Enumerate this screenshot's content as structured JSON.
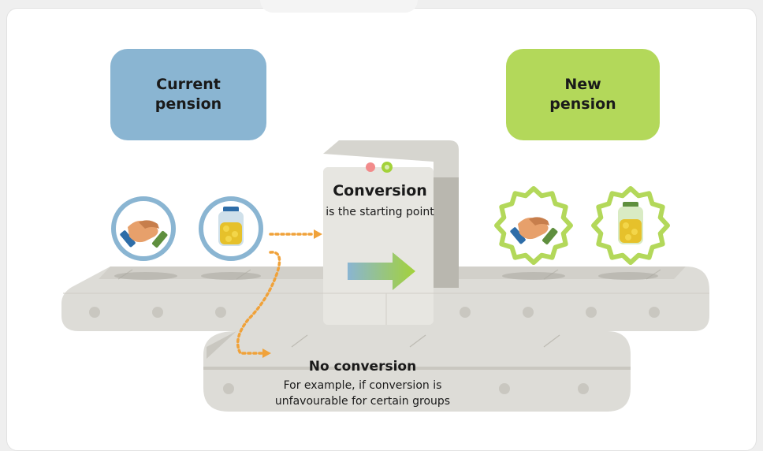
{
  "boxes": {
    "current": {
      "label": "Current\npension",
      "color": "#8ab5d2"
    },
    "new": {
      "label": "New\npension",
      "color": "#b3d85a"
    }
  },
  "conversion": {
    "title": "Conversion",
    "subtitle": "is the starting point",
    "lights": [
      "#f28b8b",
      "#a3d23a"
    ]
  },
  "no_conversion": {
    "title": "No conversion",
    "subtitle": "For example, if conversion is unfavourable for certain groups"
  },
  "colors": {
    "belt": "#dddcd7",
    "belt_dark": "#c9c7c0",
    "machine": "#d6d5cf",
    "machine_front": "#e7e6e1",
    "arrow_dotted": "#f0a23a",
    "ring_blue": "#8ab5d2",
    "ring_green": "#b3d85a"
  },
  "icons": {
    "current_contract": "handshake-icon",
    "current_savings": "coin-jar-icon",
    "new_contract": "handshake-icon",
    "new_savings": "coin-jar-icon"
  }
}
